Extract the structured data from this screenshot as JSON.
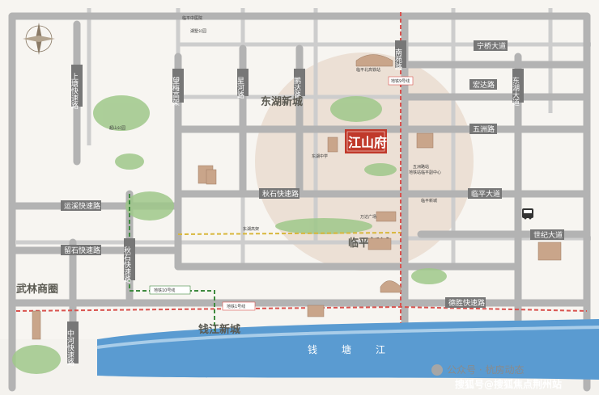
{
  "colors": {
    "background": "#f4f2ee",
    "road": "#b5b5b5",
    "road_label_bg": "#777777",
    "river": "#5a9bd1",
    "river_light": "#a9cde9",
    "metro_red": "#d9534f",
    "metro_green": "#3f8a3f",
    "metro_yellow": "#d8b73c",
    "circle": "#e7d8cc",
    "brand_red": "#c0392b",
    "green_park": "#8fbf7a"
  },
  "icons": [
    "compass-rose-icon",
    "bus-icon",
    "wechat-logo-icon"
  ],
  "road_labels": {
    "shangtang": "上塘快速路",
    "huangjia_gao": "望梅高架",
    "xinghe_lu": "星河路",
    "yinda_lu": "鹂达路",
    "nanyuan_lu": "南苑路",
    "ningqiao": "宁桥大道",
    "hongda": "宏达路",
    "wuzhou": "五洲路",
    "donghu": "东湖大道",
    "yunhe_kuaisu": "运溪快速路",
    "qiushi": "秋石快速路",
    "linping": "临平大道",
    "shiji": "世纪大道",
    "liushi": "留石快速路",
    "qiushi_v": "秋石快速路",
    "desheng": "德胜快速路",
    "zhonghe": "中河快速路"
  },
  "districts": {
    "donghu_xincheng": "东湖新城",
    "linping_xincheng": "临平新城",
    "wulin": "武林商圈",
    "qianjiang": "钱江新城"
  },
  "project": {
    "name": "江山府"
  },
  "river": {
    "name": "钱塘江"
  },
  "metro": {
    "line10": "地铁10号线",
    "line1": "地铁1号线",
    "line9": "地铁9号线"
  },
  "watermarks": {
    "wechat": "公众号 · 杭房动态",
    "sohu": "搜狐号@搜狐焦点荆州站"
  },
  "small_labels": [
    "临平中医院",
    "湖墅公园",
    "临平副中心",
    "临平北高铁站",
    "临平新城",
    "东湖中学",
    "超山公园",
    "万达广场",
    "地铁站",
    "五洲路站",
    "东湖高架"
  ]
}
